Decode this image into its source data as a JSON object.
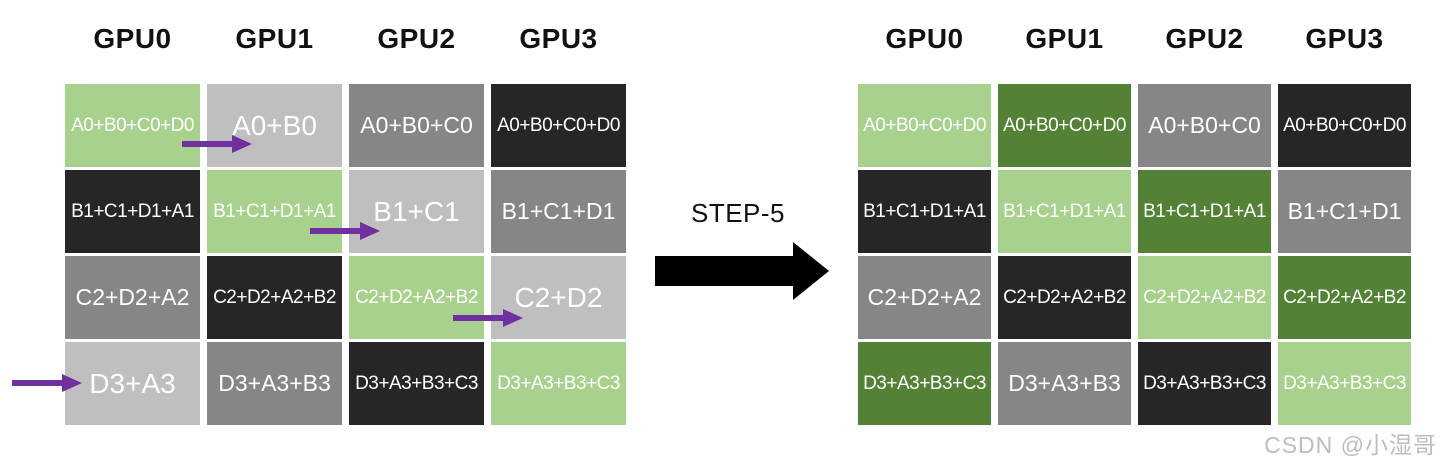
{
  "step": {
    "label": "STEP-5"
  },
  "watermark": "CSDN @小湿哥",
  "palette": {
    "light-green": "#a9d18e",
    "dark-green": "#538135",
    "light-gray": "#bfbfbf",
    "mid-gray": "#868686",
    "dark": "#262626",
    "arrow-purple": "#7030a0",
    "arrow-black": "#000000"
  },
  "left_grid": {
    "headers": [
      "GPU0",
      "GPU1",
      "GPU2",
      "GPU3"
    ],
    "rows": [
      [
        {
          "label": "A0+B0+C0+D0",
          "tone": "light-green"
        },
        {
          "label": "A0+B0",
          "tone": "light-gray"
        },
        {
          "label": "A0+B0+C0",
          "tone": "mid-gray"
        },
        {
          "label": "A0+B0+C0+D0",
          "tone": "dark"
        }
      ],
      [
        {
          "label": "B1+C1+D1+A1",
          "tone": "dark"
        },
        {
          "label": "B1+C1+D1+A1",
          "tone": "light-green"
        },
        {
          "label": "B1+C1",
          "tone": "light-gray"
        },
        {
          "label": "B1+C1+D1",
          "tone": "mid-gray"
        }
      ],
      [
        {
          "label": "C2+D2+A2",
          "tone": "mid-gray"
        },
        {
          "label": "C2+D2+A2+B2",
          "tone": "dark"
        },
        {
          "label": "C2+D2+A2+B2",
          "tone": "light-green"
        },
        {
          "label": "C2+D2",
          "tone": "light-gray"
        }
      ],
      [
        {
          "label": "D3+A3",
          "tone": "light-gray"
        },
        {
          "label": "D3+A3+B3",
          "tone": "mid-gray"
        },
        {
          "label": "D3+A3+B3+C3",
          "tone": "dark"
        },
        {
          "label": "D3+A3+B3+C3",
          "tone": "light-green"
        }
      ]
    ],
    "transfers": [
      {
        "row": 1,
        "from": "GPU0",
        "to": "GPU1"
      },
      {
        "row": 2,
        "from": "GPU1",
        "to": "GPU2"
      },
      {
        "row": 3,
        "from": "GPU2",
        "to": "GPU3"
      },
      {
        "row": 4,
        "from": "GPU3",
        "to": "GPU0"
      }
    ]
  },
  "right_grid": {
    "headers": [
      "GPU0",
      "GPU1",
      "GPU2",
      "GPU3"
    ],
    "rows": [
      [
        {
          "label": "A0+B0+C0+D0",
          "tone": "light-green"
        },
        {
          "label": "A0+B0+C0+D0",
          "tone": "dark-green"
        },
        {
          "label": "A0+B0+C0",
          "tone": "mid-gray"
        },
        {
          "label": "A0+B0+C0+D0",
          "tone": "dark"
        }
      ],
      [
        {
          "label": "B1+C1+D1+A1",
          "tone": "dark"
        },
        {
          "label": "B1+C1+D1+A1",
          "tone": "light-green"
        },
        {
          "label": "B1+C1+D1+A1",
          "tone": "dark-green"
        },
        {
          "label": "B1+C1+D1",
          "tone": "mid-gray"
        }
      ],
      [
        {
          "label": "C2+D2+A2",
          "tone": "mid-gray"
        },
        {
          "label": "C2+D2+A2+B2",
          "tone": "dark"
        },
        {
          "label": "C2+D2+A2+B2",
          "tone": "light-green"
        },
        {
          "label": "C2+D2+A2+B2",
          "tone": "dark-green"
        }
      ],
      [
        {
          "label": "D3+A3+B3+C3",
          "tone": "dark-green"
        },
        {
          "label": "D3+A3+B3",
          "tone": "mid-gray"
        },
        {
          "label": "D3+A3+B3+C3",
          "tone": "dark"
        },
        {
          "label": "D3+A3+B3+C3",
          "tone": "light-green"
        }
      ]
    ]
  }
}
